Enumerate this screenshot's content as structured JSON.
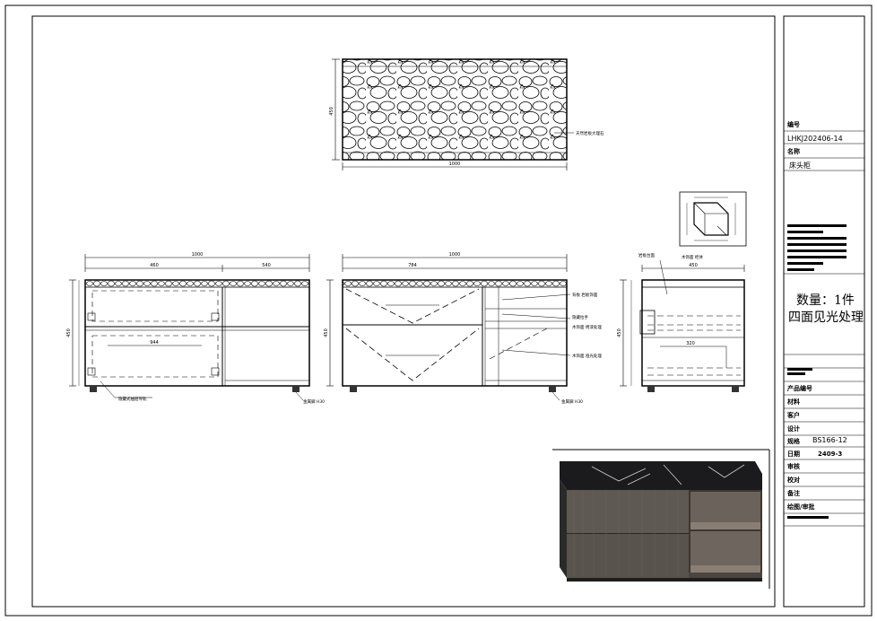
{
  "title_block": {
    "code_label": "编号",
    "code_value": "LHKJ202406-14",
    "name_label": "名称",
    "name_value": "床头柜",
    "quantity_line": "数量：1件",
    "finish_line": "四面见光处理",
    "field_labels": [
      "产品编号",
      "材料",
      "客户",
      "设计",
      "规格",
      "日期",
      "审核",
      "校对",
      "备注",
      "绘图/审批"
    ],
    "spec_value": "BS166-12",
    "date_value": "2409-3"
  },
  "dimensions": {
    "top_width": "1000",
    "top_depth": "450",
    "front_width": "1000",
    "front_left": "460",
    "front_right": "540",
    "front_height": "450",
    "side_width": "450",
    "back_width": "1000",
    "back_left": "784",
    "inner_width": "944",
    "shelf_width": "320"
  },
  "annotations": {
    "top_note": "天然岩板大理石",
    "front_left_note": "隐藏式抽屉导轨",
    "foot_note": "金属脚 H30",
    "back_note1": "背板 岩板饰面",
    "back_note2": "隐藏拉手",
    "back_note3": "木饰面 烤漆处理",
    "back_note4": "木饰面 哑光处理",
    "back_foot_note": "金属脚 H30",
    "side_note1": "岩板台面",
    "side_note2": "木饰面 柜体"
  },
  "colors": {
    "line": "#000000",
    "marble": "#1b1b1d",
    "wood": "#5f5953",
    "shelf": "#8a7e72"
  }
}
